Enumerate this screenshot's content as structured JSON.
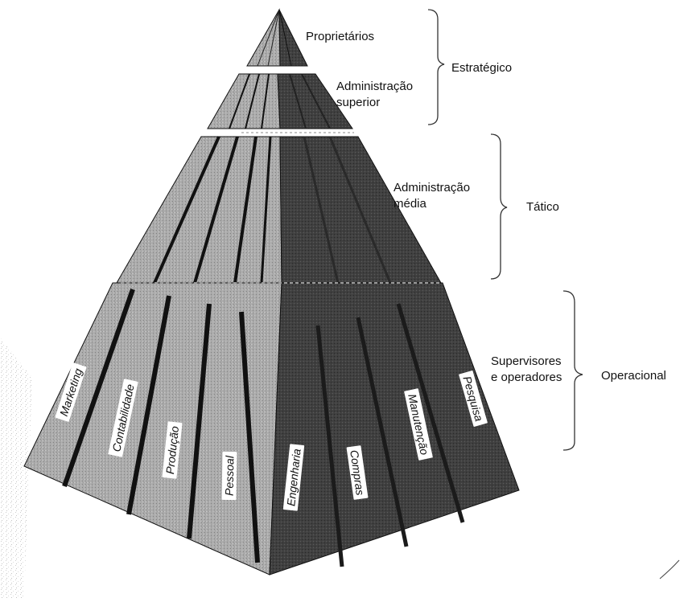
{
  "levels": {
    "proprietarios": "Proprietários",
    "adm_superior_1": "Administração",
    "adm_superior_2": "superior",
    "adm_media_1": "Administração",
    "adm_media_2": "média",
    "supervisores_1": "Supervisores",
    "supervisores_2": "e operadores"
  },
  "tiers": {
    "estrategico": "Estratégico",
    "tatico": "Tático",
    "operacional": "Operacional"
  },
  "departments": [
    "Marketing",
    "Contabilidade",
    "Produção",
    "Pessoal",
    "Engenharia",
    "Compras",
    "Manutenção",
    "Pesquisa"
  ],
  "colors": {
    "light_face": "#a9a9a9",
    "dark_face": "#3e3e3e",
    "outline": "#111111",
    "bracket": "#333333"
  }
}
